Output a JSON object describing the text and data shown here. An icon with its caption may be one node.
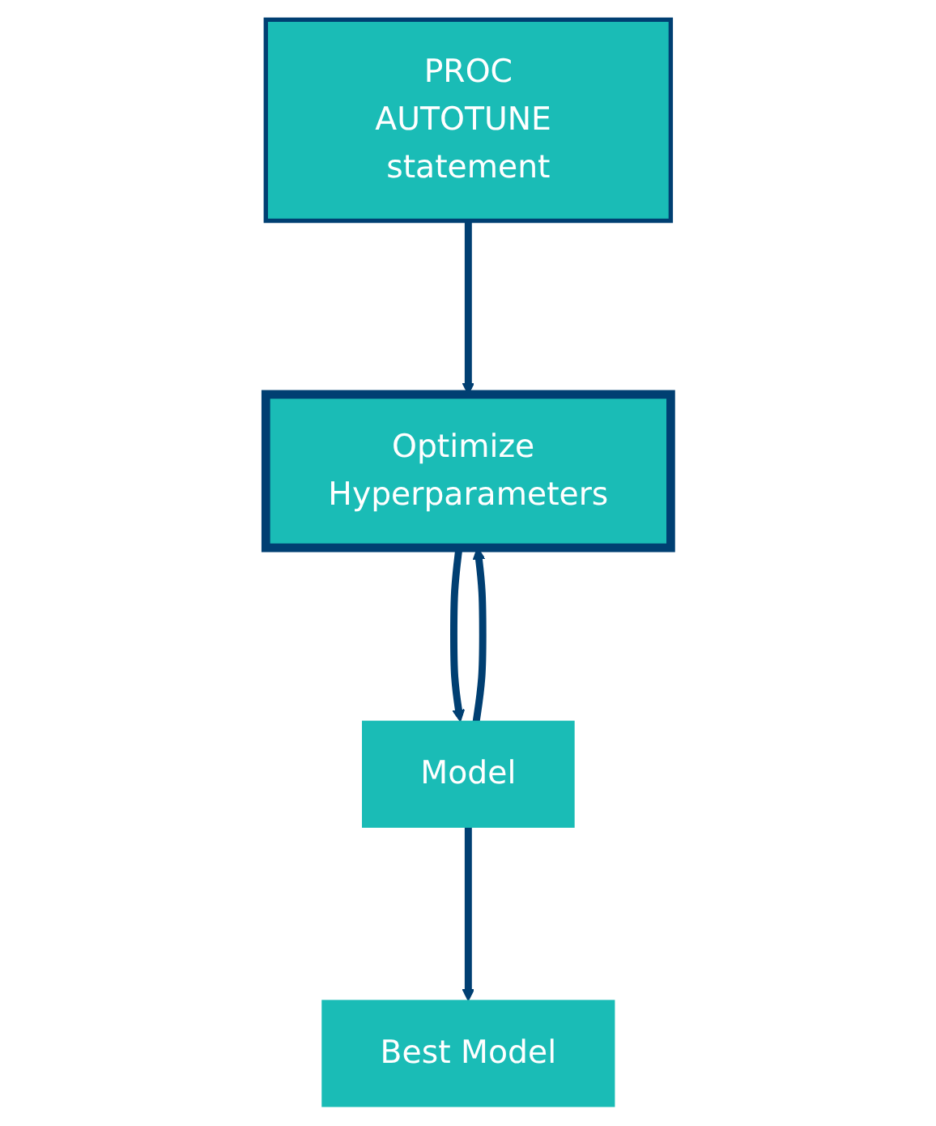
{
  "diagram": {
    "nodes": [
      {
        "text": [
          "PROC",
          "AUTOTUNE statement"
        ]
      },
      {
        "text": [
          "Optimize Hyperparameters"
        ]
      },
      {
        "text": [
          "Model"
        ]
      },
      {
        "text": [
          "Best Model"
        ]
      }
    ],
    "edges": [
      {
        "from": 0,
        "to": 1,
        "arrow": "to"
      },
      {
        "from": 1,
        "to": 2,
        "arrow": "to"
      },
      {
        "from": 2,
        "to": 1,
        "arrow": "to"
      },
      {
        "from": 2,
        "to": 3,
        "arrow": "to"
      }
    ]
  }
}
